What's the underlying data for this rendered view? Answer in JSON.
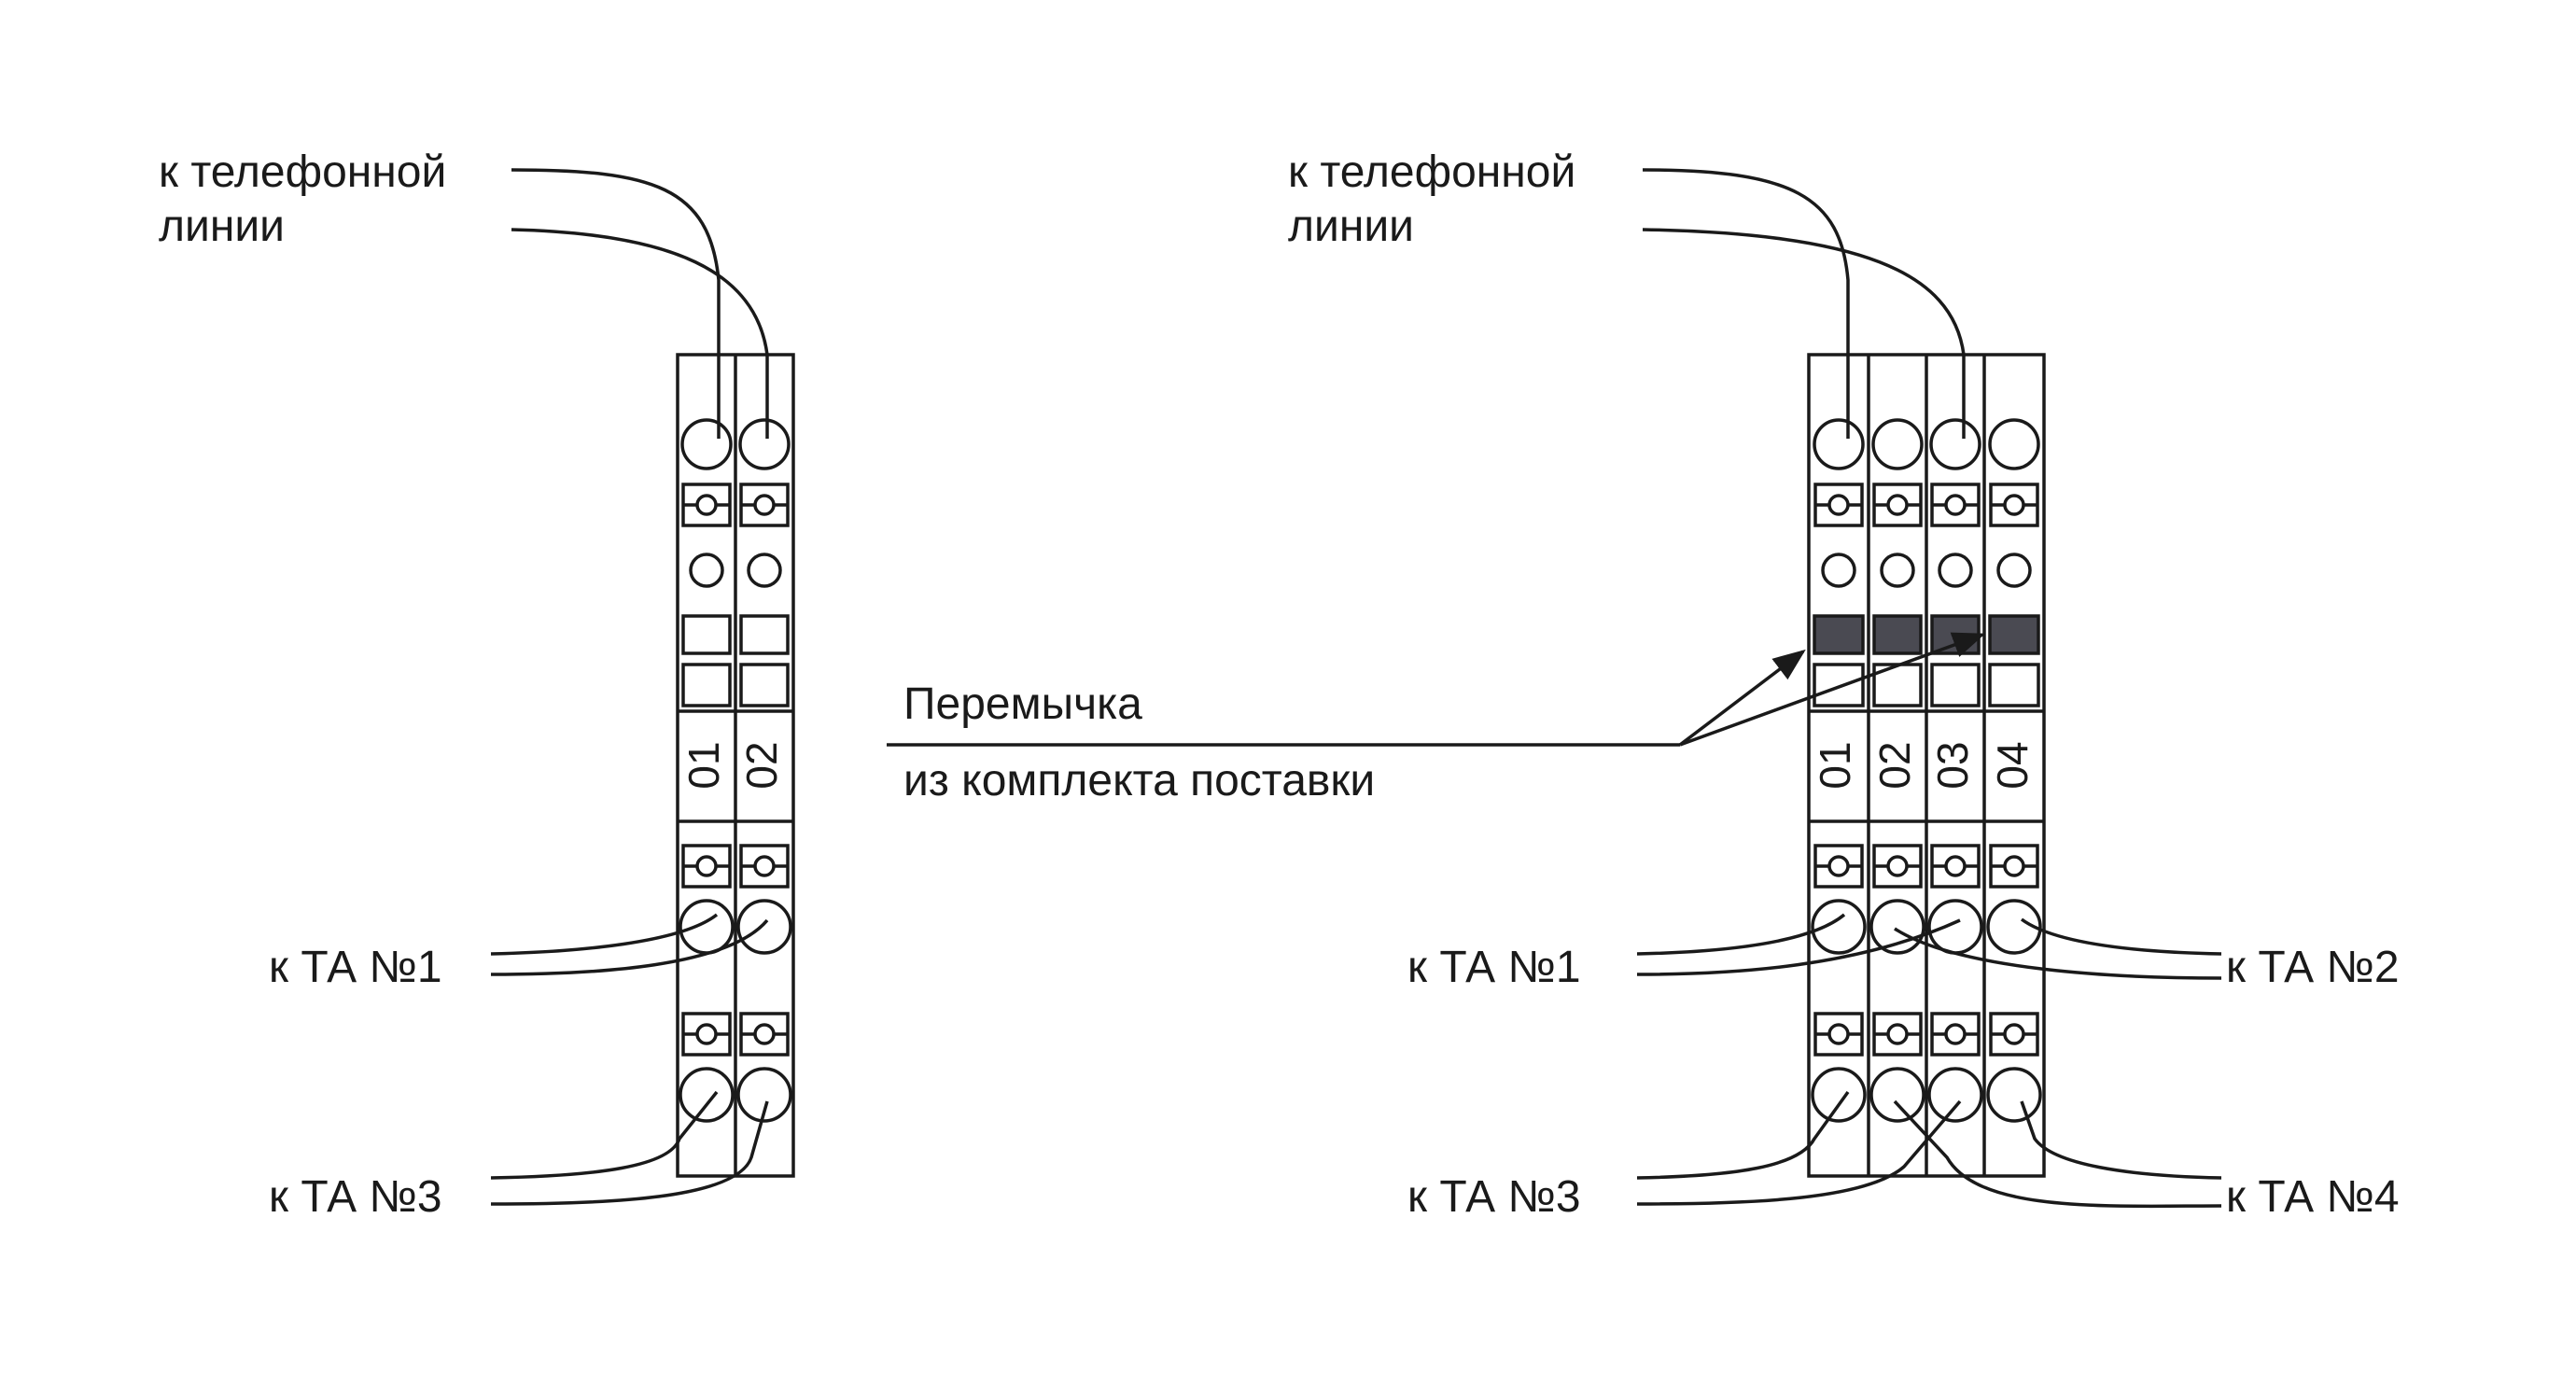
{
  "colors": {
    "ink": "#1a1a1a",
    "jumper_fill": "#4a4a52",
    "background": "#ffffff"
  },
  "left_diagram": {
    "line_label_1": "к телефонной",
    "line_label_2": "линии",
    "terminal_numbers": [
      "01",
      "02"
    ],
    "ta1_label": "к ТА №1",
    "ta3_label": "к ТА №3"
  },
  "right_diagram": {
    "line_label_1": "к телефонной",
    "line_label_2": "линии",
    "terminal_numbers": [
      "01",
      "02",
      "03",
      "04"
    ],
    "ta1_label": "к ТА №1",
    "ta2_label": "к ТА №2",
    "ta3_label": "к ТА №3",
    "ta4_label": "к ТА №4"
  },
  "jumper_callout": {
    "line1": "Перемычка",
    "line2": "из комплекта поставки"
  }
}
